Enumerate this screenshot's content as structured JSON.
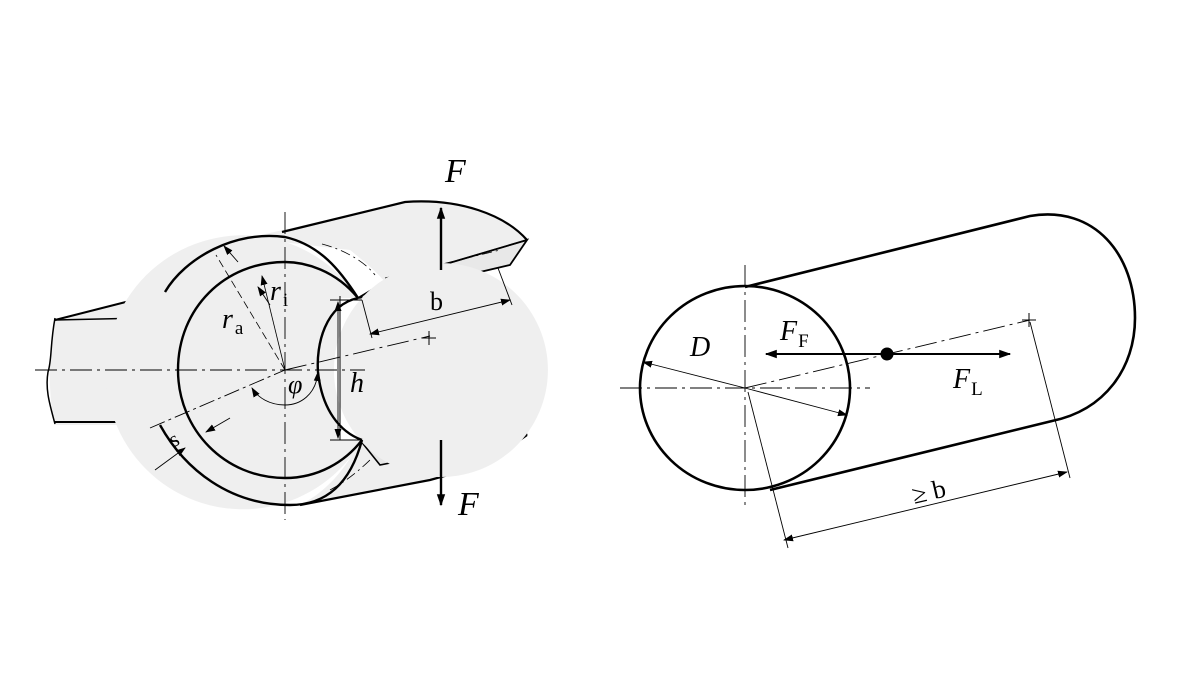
{
  "left_figure": {
    "force_top": "F",
    "force_bottom": "F",
    "width_label": "b",
    "height_label": "h",
    "outer_radius": {
      "symbol": "r",
      "subscript": "a"
    },
    "inner_radius": {
      "symbol": "r",
      "subscript": "i"
    },
    "angle_label": "φ",
    "thickness_label": "s"
  },
  "right_figure": {
    "diameter_label": "D",
    "friction_force": {
      "symbol": "F",
      "subscript": "F"
    },
    "axial_force": {
      "symbol": "F",
      "subscript": "L"
    },
    "length_label": "≥ b"
  },
  "colors": {
    "fill": "#efefef",
    "stroke": "#000000"
  }
}
